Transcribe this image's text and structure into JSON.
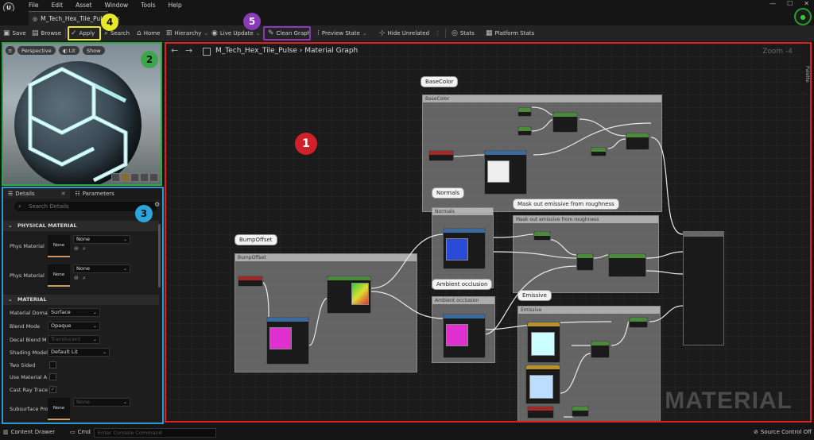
{
  "menubar": {
    "logo": "U",
    "items": [
      "File",
      "Edit",
      "Asset",
      "Window",
      "Tools",
      "Help"
    ],
    "win_min": "—",
    "win_max": "☐",
    "win_close": "✕"
  },
  "tab": {
    "title": "M_Tech_Hex_Tile_Pulse",
    "close": "✕"
  },
  "toolbar": {
    "save": "Save",
    "browse": "Browse",
    "apply": "Apply",
    "search": "Search",
    "home": "Home",
    "hierarchy": "Hierarchy",
    "live_update": "Live Update",
    "clean_graph": "Clean Graph",
    "preview_state": "Preview State",
    "hide_unrelated": "Hide Unrelated",
    "stats": "Stats",
    "platform_stats": "Platform Stats"
  },
  "callouts": {
    "graph": "1",
    "viewport": "2",
    "details": "3",
    "apply": "4",
    "clean": "5"
  },
  "viewport": {
    "perspective": "Perspective",
    "lit": "Lit",
    "show": "Show"
  },
  "details": {
    "tab_details": "Details",
    "tab_parameters": "Parameters",
    "search_placeholder": "Search Details",
    "cat_physical": "PHYSICAL MATERIAL",
    "phys_label_1": "Phys Material",
    "phys_label_2": "Phys Material",
    "thumb_none": "None",
    "combo_none": "None",
    "cat_material": "MATERIAL",
    "props": [
      {
        "label": "Material Doma",
        "value": "Surface"
      },
      {
        "label": "Blend Mode",
        "value": "Opaque"
      },
      {
        "label": "Decal Blend M",
        "value": "Translucent"
      },
      {
        "label": "Shading Model",
        "value": "Default Lit"
      }
    ],
    "two_sided": "Two Sided",
    "use_material": "Use Material A",
    "cast_ray": "Cast Ray Trace",
    "subsurface": "Subsurface Pro",
    "check": "✓"
  },
  "graph": {
    "breadcrumb_asset": "M_Tech_Hex_Tile_Pulse",
    "breadcrumb_sep": "›",
    "breadcrumb_page": "Material Graph",
    "zoom": "Zoom -4",
    "palette": "Palette",
    "watermark": "MATERIAL",
    "bubbles": {
      "basecolor": "BaseColor",
      "normals": "Normals",
      "mask": "Mask out emissive from roughness",
      "bump": "BumpOffset",
      "ao": "Ambient occlusion",
      "emissive": "Emissive"
    },
    "comments": {
      "basecolor": "BaseColor",
      "normals": "Normals",
      "mask": "Mask out emissive from roughness",
      "bump": "BumpOffset",
      "ao": "Ambient occlusion",
      "emissive": "Emissive"
    }
  },
  "bottombar": {
    "content_drawer": "Content Drawer",
    "cmd": "Cmd",
    "console_placeholder": "Enter Console Command",
    "source_control": "Source Control Off"
  }
}
